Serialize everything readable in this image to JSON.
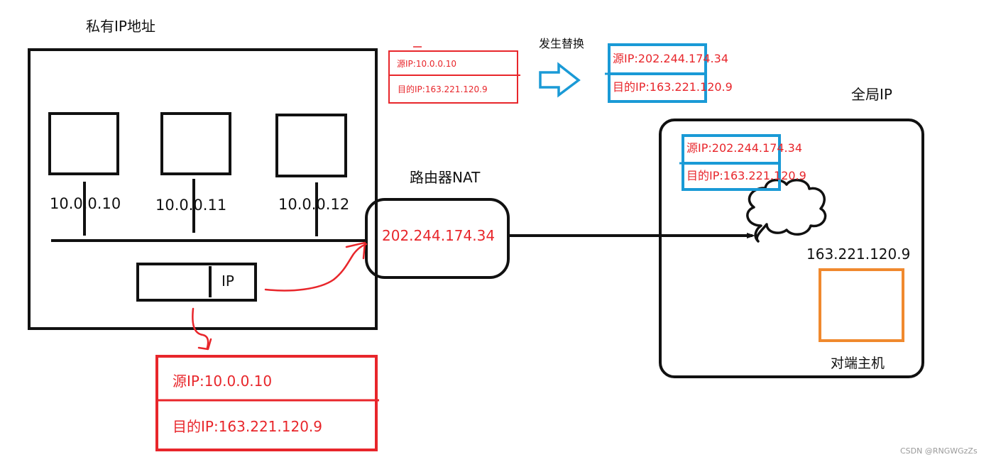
{
  "private_title": "私有IP地址",
  "global_title": "全局IP",
  "router_title": "路由器NAT",
  "router_ip": "202.244.174.34",
  "hosts": [
    {
      "ip": "10.0.0.10"
    },
    {
      "ip": "10.0.0.11"
    },
    {
      "ip": "10.0.0.12"
    }
  ],
  "packet_tag": "IP",
  "replace_label": "发生替换",
  "packet_before_top": {
    "src": "源IP:10.0.0.10",
    "dst": "目的IP:163.221.120.9"
  },
  "packet_after_top": {
    "src": "源IP:202.244.174.34",
    "dst": "目的IP:163.221.120.9"
  },
  "packet_in_global": {
    "src": "源IP:202.244.174.34",
    "dst": "目的IP:163.221.120.9"
  },
  "packet_private": {
    "src": "源IP:10.0.0.10",
    "dst": "目的IP:163.221.120.9"
  },
  "peer_ip": "163.221.120.9",
  "peer_label": "对端主机",
  "watermark": "CSDN @RNGWGzZs",
  "colors": {
    "red": "#e8262b",
    "blue": "#1a9ad6",
    "orange": "#f0892e",
    "black": "#111111"
  }
}
